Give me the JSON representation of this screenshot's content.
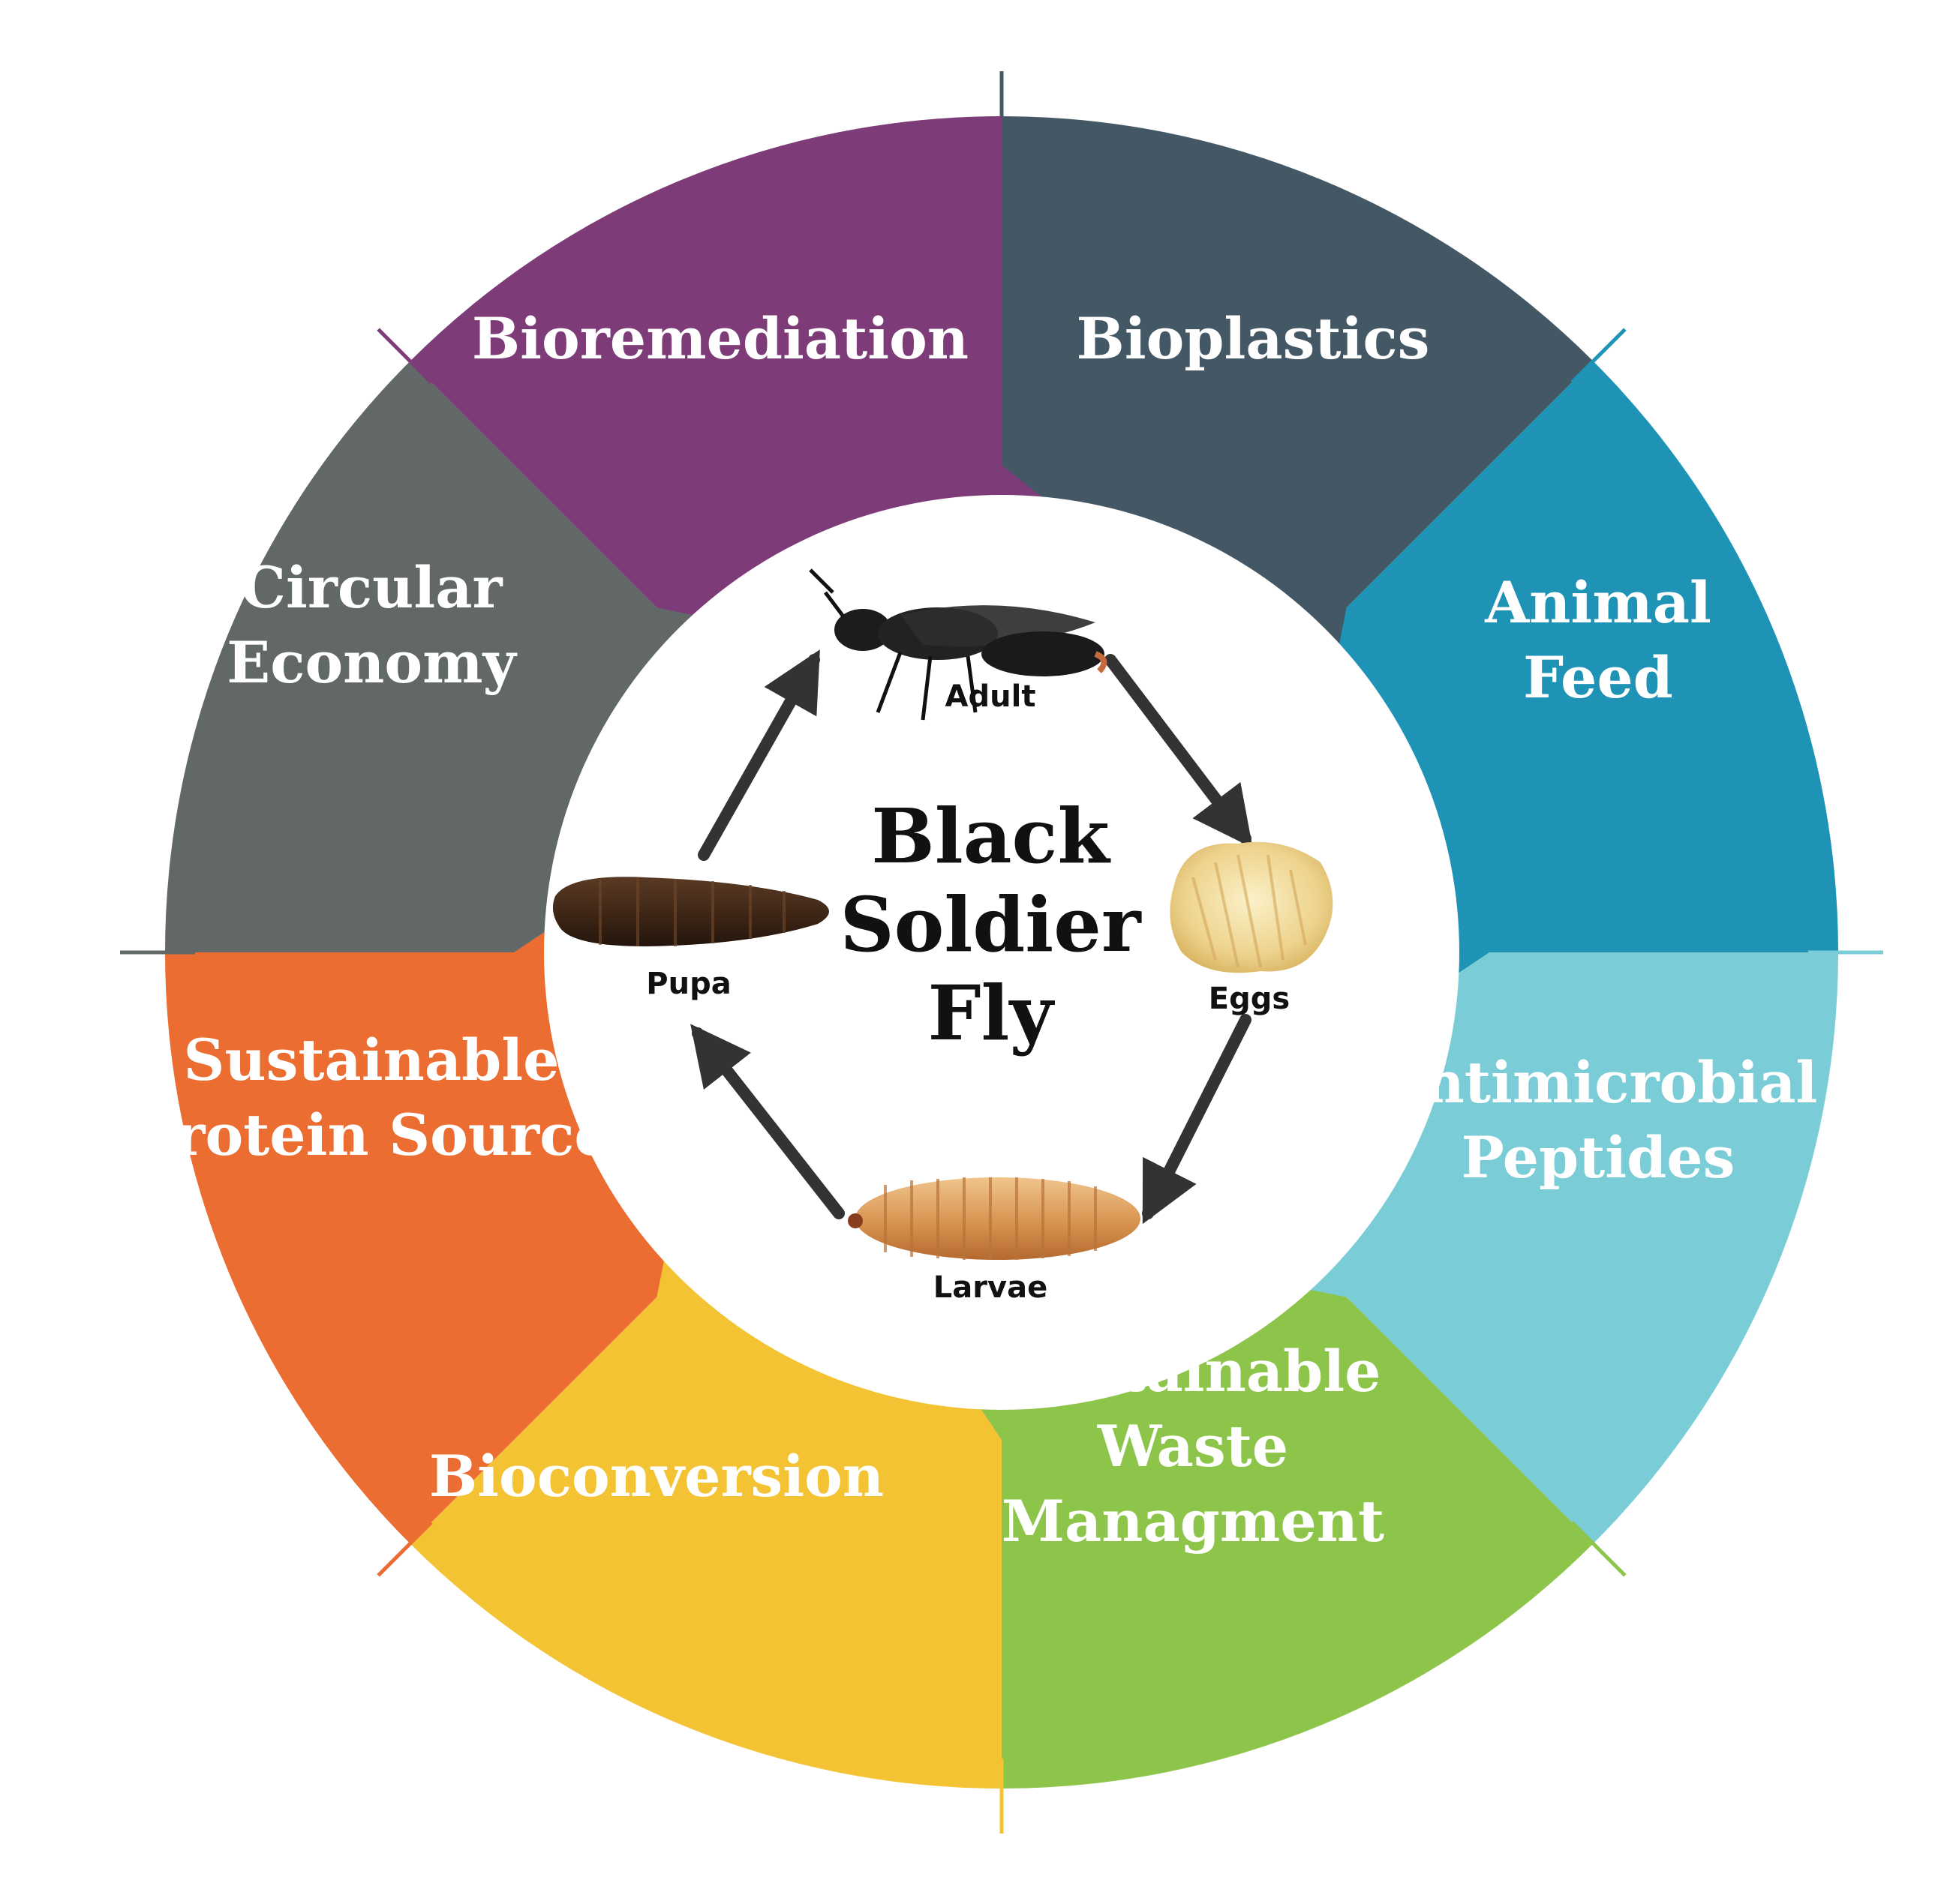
{
  "center_title": [
    "Black",
    "Soldier",
    "Fly"
  ],
  "segments": [
    {
      "id": "bioremediation",
      "lines": [
        "Bioremediation"
      ],
      "color": "#435764"
    },
    {
      "id": "bioplastics",
      "lines": [
        "Bioplastics"
      ],
      "color": "#1f93b6"
    },
    {
      "id": "animal-feed",
      "lines": [
        "Animal",
        "Feed"
      ],
      "color": "#7acdd6"
    },
    {
      "id": "antimicrobial-peptides",
      "lines": [
        "Antimicrobial",
        "Peptides"
      ],
      "color": "#8dc44a"
    },
    {
      "id": "sustainable-waste-managment",
      "lines": [
        "Sustainable",
        "Waste",
        "Managment"
      ],
      "color": "#f3c333"
    },
    {
      "id": "bioconversion",
      "lines": [
        "Bioconversion"
      ],
      "color": "#eb6d32"
    },
    {
      "id": "sustainable-protein-source",
      "lines": [
        "Sustainable",
        "Protein Source"
      ],
      "color": "#626868"
    },
    {
      "id": "circular-economy",
      "lines": [
        "Circular",
        "Economy"
      ],
      "color": "#7d3b78"
    }
  ],
  "life_cycle": [
    {
      "id": "adult",
      "label": "Adult"
    },
    {
      "id": "eggs",
      "label": "Eggs"
    },
    {
      "id": "larvae",
      "label": "Larvae"
    },
    {
      "id": "pupa",
      "label": "Pupa"
    }
  ]
}
